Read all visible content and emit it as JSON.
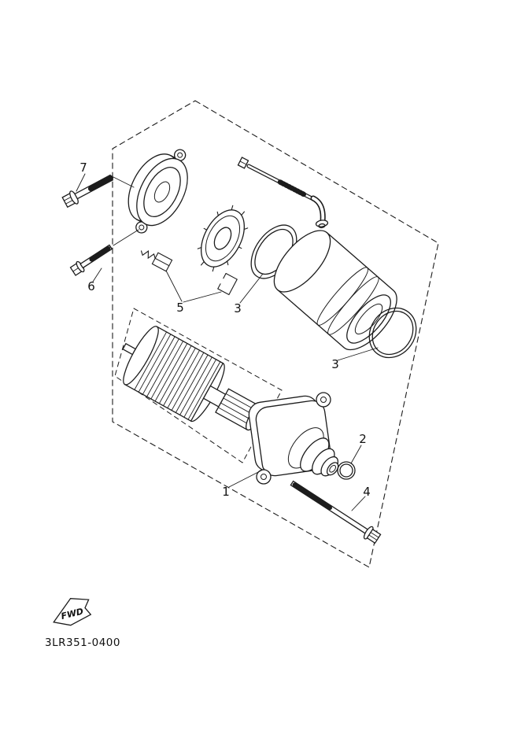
{
  "diagram": {
    "code": "3LR351-0400",
    "fwd": "FWD",
    "callouts": {
      "c7": "7",
      "c6": "6",
      "c5": "5",
      "c3a": "3",
      "c3b": "3",
      "c2": "2",
      "c4": "4",
      "c1": "1"
    },
    "line_color": "#1c1c1c",
    "background": "#ffffff"
  }
}
